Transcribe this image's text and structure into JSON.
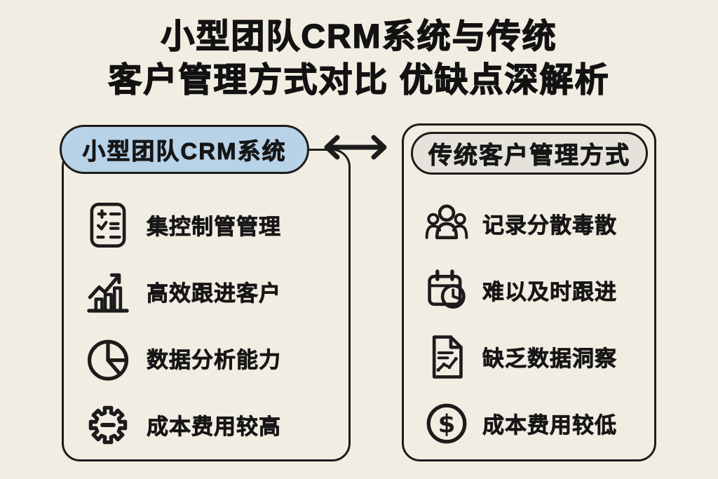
{
  "canvas": {
    "background_color": "#f2ede2",
    "ink_color": "#1c1c1c"
  },
  "title": {
    "line1": "小型团队CRM系统与传统",
    "line2": "客户管理方式对比 优缺点深解析"
  },
  "comparison": {
    "arrow_icon": "double-headed-arrow",
    "left": {
      "header": "小型团队CRM系统",
      "header_bg": "#b8d2e8",
      "items": [
        {
          "icon": "checklist-icon",
          "label": "集控制管管理"
        },
        {
          "icon": "growth-bar-chart-icon",
          "label": "高效跟进客户"
        },
        {
          "icon": "pie-chart-icon",
          "label": "数据分析能力"
        },
        {
          "icon": "gear-minus-icon",
          "label": "成本费用较高"
        }
      ]
    },
    "right": {
      "header": "传统客户管理方式",
      "header_bg": "#e5e2db",
      "items": [
        {
          "icon": "people-group-icon",
          "label": "记录分散毒散"
        },
        {
          "icon": "calendar-clock-icon",
          "label": "难以及时跟进"
        },
        {
          "icon": "document-trend-icon",
          "label": "缺乏数据洞察"
        },
        {
          "icon": "dollar-circle-icon",
          "label": "成本费用较低"
        }
      ]
    }
  }
}
